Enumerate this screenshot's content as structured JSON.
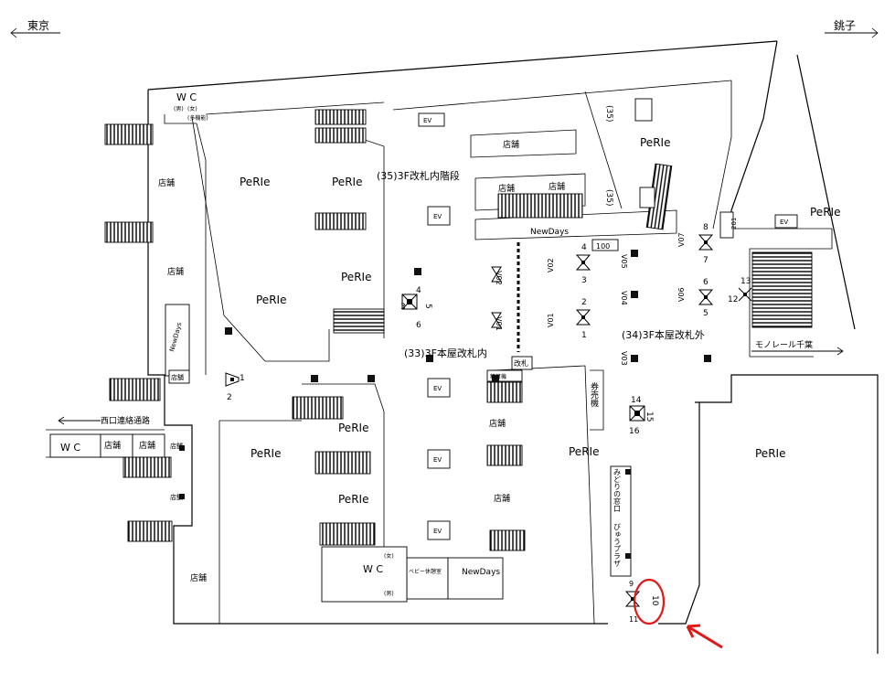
{
  "directions": {
    "left": "東京",
    "right": "銚子"
  },
  "areas": {
    "inside_stairs": "(35)3F改札内階段",
    "main_gate_inside": "(33)3F本屋改札内",
    "main_gate_outside": "(34)3F本屋改札外"
  },
  "passages": {
    "west_link": "西口連絡通路",
    "monorail": "モノレール千葉"
  },
  "labels": {
    "perie": "PeRIe",
    "shop": "店舗",
    "wc": "W C",
    "wc_small": "WC",
    "men": "(男)",
    "women": "(女)",
    "multi": "(多機能)",
    "ev": "EV",
    "newdays": "NewDays",
    "gate": "改札",
    "settle": "精算機",
    "ticket": "券売機",
    "midori": "みどりの窓口",
    "view": "びゅうプラザ",
    "baby": "ベビー休憩室",
    "num35": "(35)",
    "num100": "100",
    "num201": "201"
  },
  "signage": [
    {
      "id": "V01",
      "nums": [
        "2"
      ]
    },
    {
      "id": "V02",
      "nums": [
        "4",
        "3"
      ]
    },
    {
      "id": "V03",
      "nums": []
    },
    {
      "id": "V04",
      "nums": []
    },
    {
      "id": "V05",
      "nums": []
    },
    {
      "id": "V06",
      "nums": [
        "6",
        "5"
      ]
    },
    {
      "id": "V07",
      "nums": [
        "8",
        "7"
      ]
    }
  ],
  "markers": {
    "m_2": "2",
    "m_4": "4",
    "m_5": "5",
    "m_3": "3",
    "m_6": "6",
    "m_1": "1",
    "m_13": "13",
    "m_12": "12",
    "m_14": "14",
    "m_15": "15",
    "m_16": "16",
    "m_9": "9",
    "m_10": "10",
    "m_11": "11",
    "v02_top": "4",
    "v02_bot": "3",
    "v01_top": "2",
    "v01_bot": "1",
    "v07_top": "8",
    "v07_bot": "7",
    "v06_top": "6",
    "v06_bot": "5"
  },
  "highlight": {
    "color": "#e01818",
    "target": "10"
  }
}
